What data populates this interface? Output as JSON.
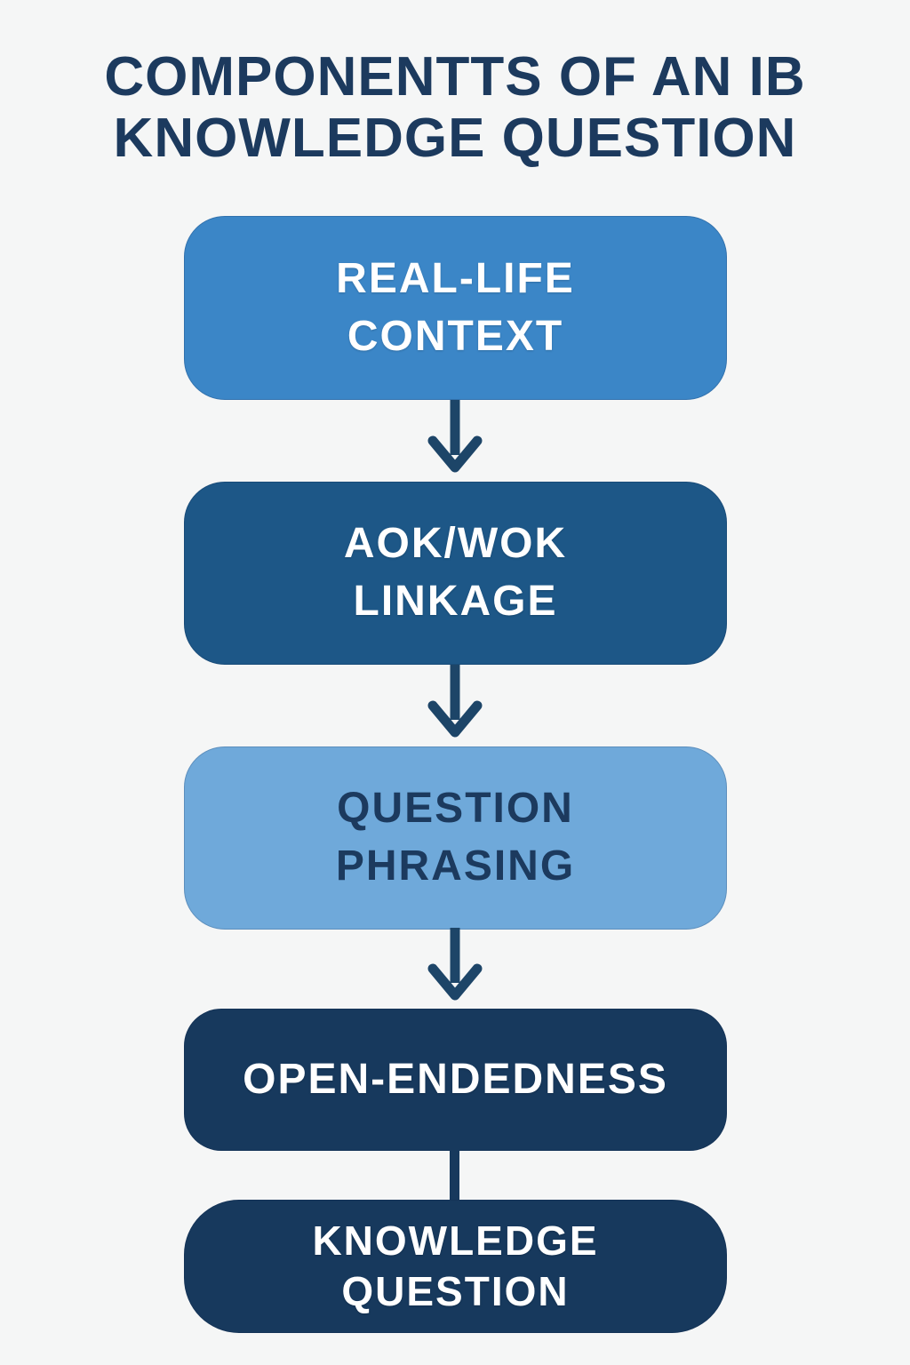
{
  "page": {
    "background": "#f5f6f6"
  },
  "title": {
    "line1": "COMPONENTTS OF AN IB",
    "line2": "KNOWLEDGE QUESTION",
    "color": "#1c3a5e"
  },
  "flow": {
    "arrow_color": "#1d4568",
    "connector_color": "#17395d",
    "boxes": [
      {
        "name": "real-life-context",
        "line1": "REAL-LIFE",
        "line2": "CONTEXT",
        "fill": "#3b86c7",
        "text_color": "#ffffff"
      },
      {
        "name": "aok-wok-linkage",
        "line1": "AOK/WOK",
        "line2": "LINKAGE",
        "fill": "#1d5787",
        "text_color": "#ffffff"
      },
      {
        "name": "question-phrasing",
        "line1": "QUESTION",
        "line2": "PHRASING",
        "fill": "#6fa9da",
        "text_color": "#1c3a5e"
      },
      {
        "name": "open-endedness",
        "line1": "OPEN-ENDEDNESS",
        "fill": "#17395d",
        "text_color": "#ffffff"
      },
      {
        "name": "knowledge-question",
        "line1": "KNOWLEDGE",
        "line2": "QUESTION",
        "fill": "#17395d",
        "text_color": "#ffffff"
      }
    ]
  }
}
